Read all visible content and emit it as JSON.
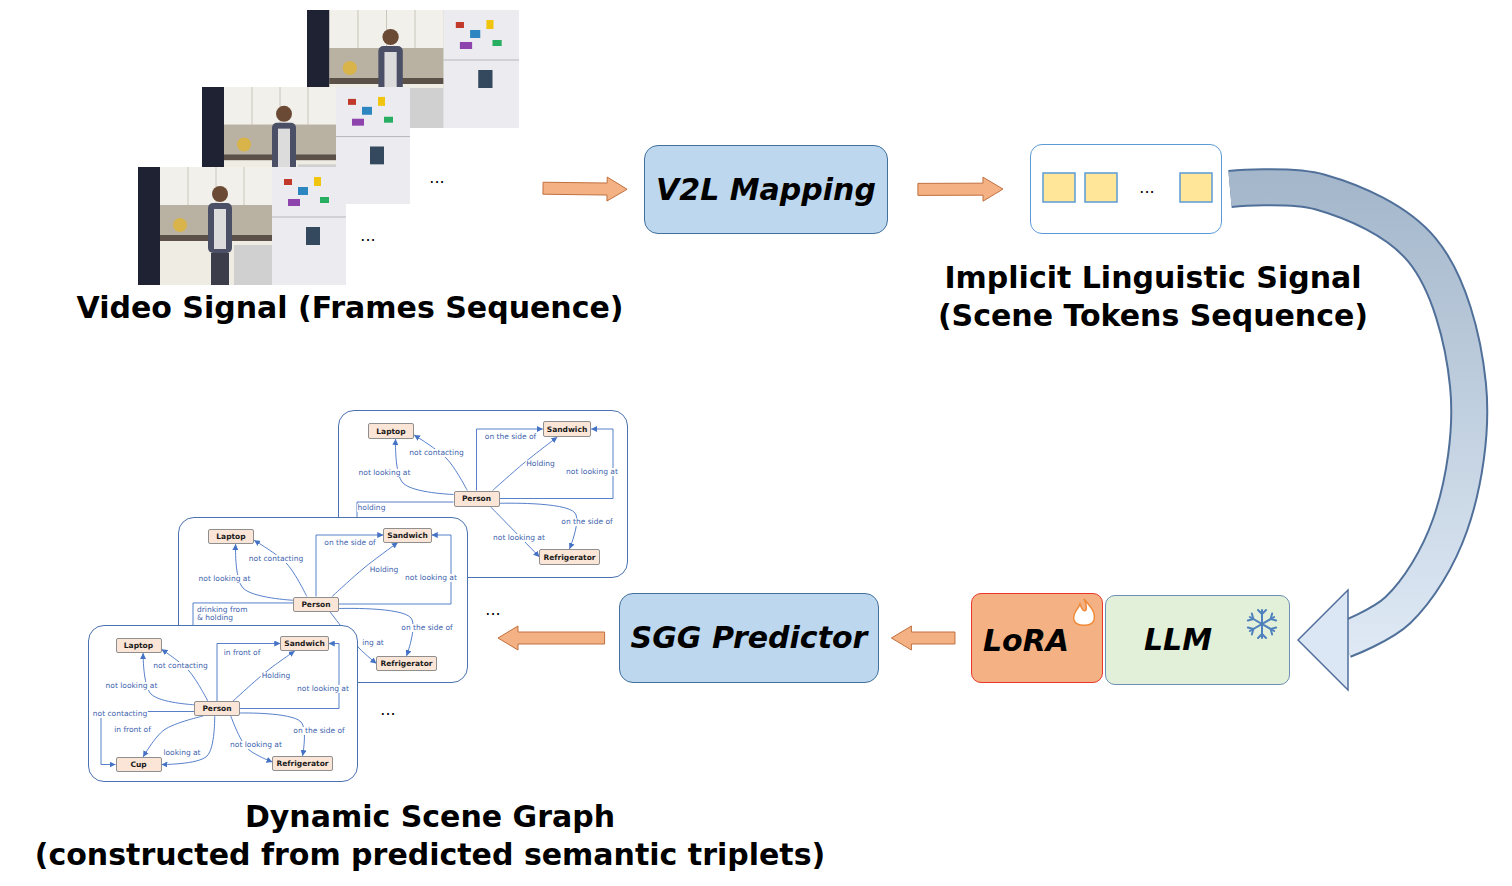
{
  "diagram": {
    "nodes": [
      {
        "text": [
          "Video Signal (Frames Sequence)"
        ]
      },
      {
        "text": [
          "V2L Mapping"
        ]
      },
      {
        "text": [
          "...",
          "Implicit Linguistic Signal (Scene Tokens Sequence)"
        ]
      },
      {
        "text": [
          "LoRA"
        ]
      },
      {
        "text": [
          "LLM"
        ]
      },
      {
        "text": [
          "SGG Predictor"
        ]
      },
      {
        "text": []
      },
      {
        "text": [
          "Laptop"
        ],
        "in": 6
      },
      {
        "text": [
          "Sandwich"
        ],
        "in": 6
      },
      {
        "text": [
          "Person"
        ],
        "in": 6
      },
      {
        "text": [
          "Refrigerator"
        ],
        "in": 6
      },
      {
        "text": []
      },
      {
        "text": [
          "Laptop"
        ],
        "in": 11
      },
      {
        "text": [
          "Sandwich"
        ],
        "in": 11
      },
      {
        "text": [
          "Person"
        ],
        "in": 11
      },
      {
        "text": [
          "Refrigerator"
        ],
        "in": 11
      },
      {
        "text": []
      },
      {
        "text": [
          "Laptop"
        ],
        "in": 16
      },
      {
        "text": [
          "Sandwich"
        ],
        "in": 16
      },
      {
        "text": [
          "Person"
        ],
        "in": 16
      },
      {
        "text": [
          "Cup"
        ],
        "in": 16
      },
      {
        "text": [
          "Refrigerator"
        ],
        "in": 16
      }
    ],
    "edges": [
      {
        "from": 0,
        "to": 1,
        "arrow": "to"
      },
      {
        "from": 1,
        "to": 2,
        "arrow": "to"
      },
      {
        "from": 2,
        "to": 4,
        "arrow": "to"
      },
      {
        "from": 3,
        "to": 5,
        "arrow": "to"
      },
      {
        "from": 5,
        "to": 11,
        "arrow": "to"
      },
      {
        "from": 9,
        "to": 7,
        "label": "not contacting",
        "arrow": "to"
      },
      {
        "from": 9,
        "to": 7,
        "label": "not looking at",
        "arrow": "to"
      },
      {
        "from": 9,
        "to": 8,
        "label": "on the side of",
        "arrow": "to"
      },
      {
        "from": 9,
        "to": 8,
        "label": "Holding",
        "arrow": "to"
      },
      {
        "from": 9,
        "to": 8,
        "label": "not looking at",
        "arrow": "to"
      },
      {
        "from": 9,
        "to": 10,
        "label": "on the side of",
        "arrow": "to"
      },
      {
        "from": 9,
        "to": 10,
        "label": "not looking at",
        "arrow": "to"
      },
      {
        "from": 14,
        "to": 12,
        "label": "not contacting",
        "arrow": "to"
      },
      {
        "from": 14,
        "to": 12,
        "label": "not looking at",
        "arrow": "to"
      },
      {
        "from": 14,
        "to": 13,
        "label": "on the side of",
        "arrow": "to"
      },
      {
        "from": 14,
        "to": 13,
        "label": "Holding",
        "arrow": "to"
      },
      {
        "from": 14,
        "to": 13,
        "label": "not looking at",
        "arrow": "to"
      },
      {
        "from": 14,
        "to": 15,
        "label": "on the side of",
        "arrow": "to"
      },
      {
        "from": 14,
        "to": 15,
        "label": "ing at",
        "arrow": "to"
      },
      {
        "from": 19,
        "to": 17,
        "label": "not contacting",
        "arrow": "to"
      },
      {
        "from": 19,
        "to": 17,
        "label": "not looking at",
        "arrow": "to"
      },
      {
        "from": 19,
        "to": 18,
        "label": "in front of",
        "arrow": "to"
      },
      {
        "from": 19,
        "to": 18,
        "label": "Holding",
        "arrow": "to"
      },
      {
        "from": 19,
        "to": 18,
        "label": "not looking at",
        "arrow": "to"
      },
      {
        "from": 19,
        "to": 20,
        "label": "not contacting",
        "arrow": "to"
      },
      {
        "from": 19,
        "to": 20,
        "label": "in front of",
        "arrow": "to"
      },
      {
        "from": 19,
        "to": 20,
        "label": "looking at",
        "arrow": "to"
      },
      {
        "from": 19,
        "to": 21,
        "label": "not looking at",
        "arrow": "to"
      },
      {
        "from": 19,
        "to": 21,
        "label": "on the side of",
        "arrow": "to"
      }
    ],
    "labels": [
      "...",
      "...",
      "holding",
      "drinking from & holding",
      "...",
      "...",
      "Dynamic Scene Graph (constructed from predicted semantic triplets)"
    ]
  }
}
